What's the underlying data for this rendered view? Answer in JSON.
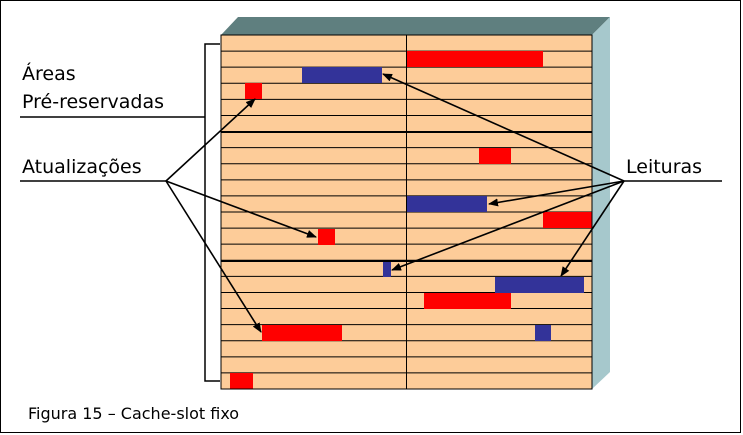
{
  "labels": {
    "areas_line1": "Áreas",
    "areas_line2": "Pré-reservadas",
    "updates": "Atualizações",
    "reads": "Leituras"
  },
  "caption": "Figura 15 – Cache-slot fixo",
  "colors": {
    "cell_fill": "#fdcc99",
    "grid_line": "#000000",
    "update_block": "#ff0000",
    "read_block": "#333399",
    "side_face": "#a6c8cc",
    "top_face": "#5f7f7f"
  },
  "grid": {
    "rows": 22,
    "columns": 2,
    "section_dividers_after_rows": [
      6,
      14
    ]
  }
}
